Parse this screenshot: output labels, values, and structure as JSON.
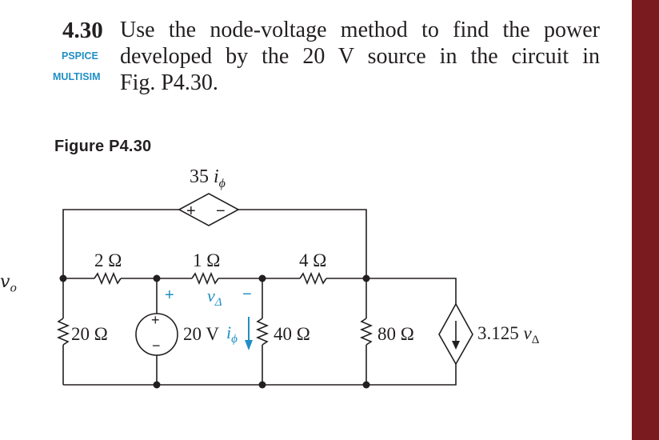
{
  "page": {
    "margin_fragment": "v",
    "margin_fragment_sub": "o",
    "accent_color": "#1f8fc4",
    "sidebar_color": "#7a1c1f"
  },
  "problem": {
    "number": "4.30",
    "tags": [
      "PSPICE",
      "MULTISIM"
    ],
    "lines": [
      "Use the node-voltage method to find the power",
      "developed by the 20 V source in the circuit in",
      "Fig. P4.30."
    ]
  },
  "figure": {
    "title": "Figure P4.30",
    "labels": {
      "dep_source_coef": "35",
      "dep_source_var": "i",
      "dep_source_sub": "ϕ",
      "r_2": "2 Ω",
      "r_1": "1 Ω",
      "r_4": "4 Ω",
      "r_20": "20 Ω",
      "r_40": "40 Ω",
      "r_80": "80 Ω",
      "src_20v": "20 V",
      "i_phi_var": "i",
      "i_phi_sub": "ϕ",
      "v_delta_var": "v",
      "v_delta_sub": "Δ",
      "plus": "+",
      "minus": "−",
      "cur_src_coef": "3.125",
      "cur_src_var": "v",
      "cur_src_sub": "Δ"
    }
  }
}
